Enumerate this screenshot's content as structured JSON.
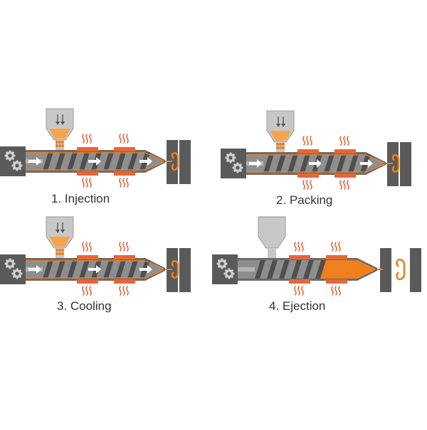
{
  "colors": {
    "barrel": "#8e8e8e",
    "barrel_dark": "#6b6b6b",
    "screw": "#4f4f4f",
    "orange": "#f07f1e",
    "orange_light": "#f6a44a",
    "heater": "#e4663a",
    "hopper": "#c8c8c8",
    "hopper_stroke": "#9a9a9a",
    "mold": "#5a5a5a",
    "arrow": "#ffffff",
    "heat_wave": "#e4663a",
    "text": "#333333"
  },
  "icons": [
    "gear-icon",
    "hopper-icon",
    "heater-band-icon",
    "heat-wave-icon",
    "flow-arrow-icon",
    "mold-icon",
    "ejected-part-icon"
  ],
  "steps": [
    {
      "label": "1. Injection"
    },
    {
      "label": "2. Packing"
    },
    {
      "label": "3. Cooling"
    },
    {
      "label": "4. Ejection"
    }
  ]
}
